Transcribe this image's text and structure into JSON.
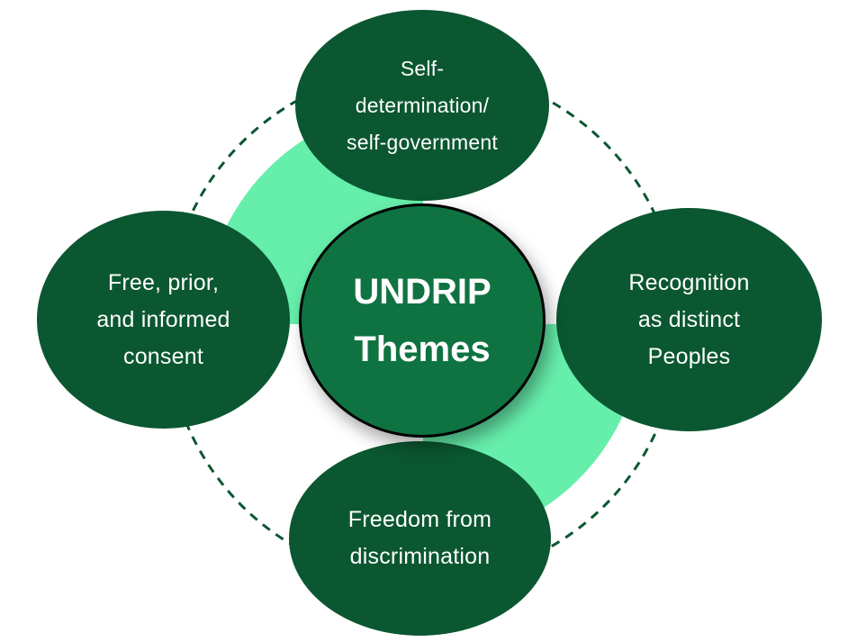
{
  "colors": {
    "node_fill": "#0b5731",
    "center_fill": "#0f7341",
    "ring_fill": "#66eeab",
    "dashed_ring": "#0b5731",
    "text": "#ffffff"
  },
  "center": {
    "line1": "UNDRIP",
    "line2": "Themes"
  },
  "themes": {
    "top": [
      "Self-",
      "determination/",
      "self-government"
    ],
    "left": [
      "Free, prior,",
      "and informed",
      "consent"
    ],
    "right": [
      "Recognition",
      "as distinct",
      "Peoples"
    ],
    "bottom": [
      "Freedom from",
      "discrimination"
    ]
  }
}
